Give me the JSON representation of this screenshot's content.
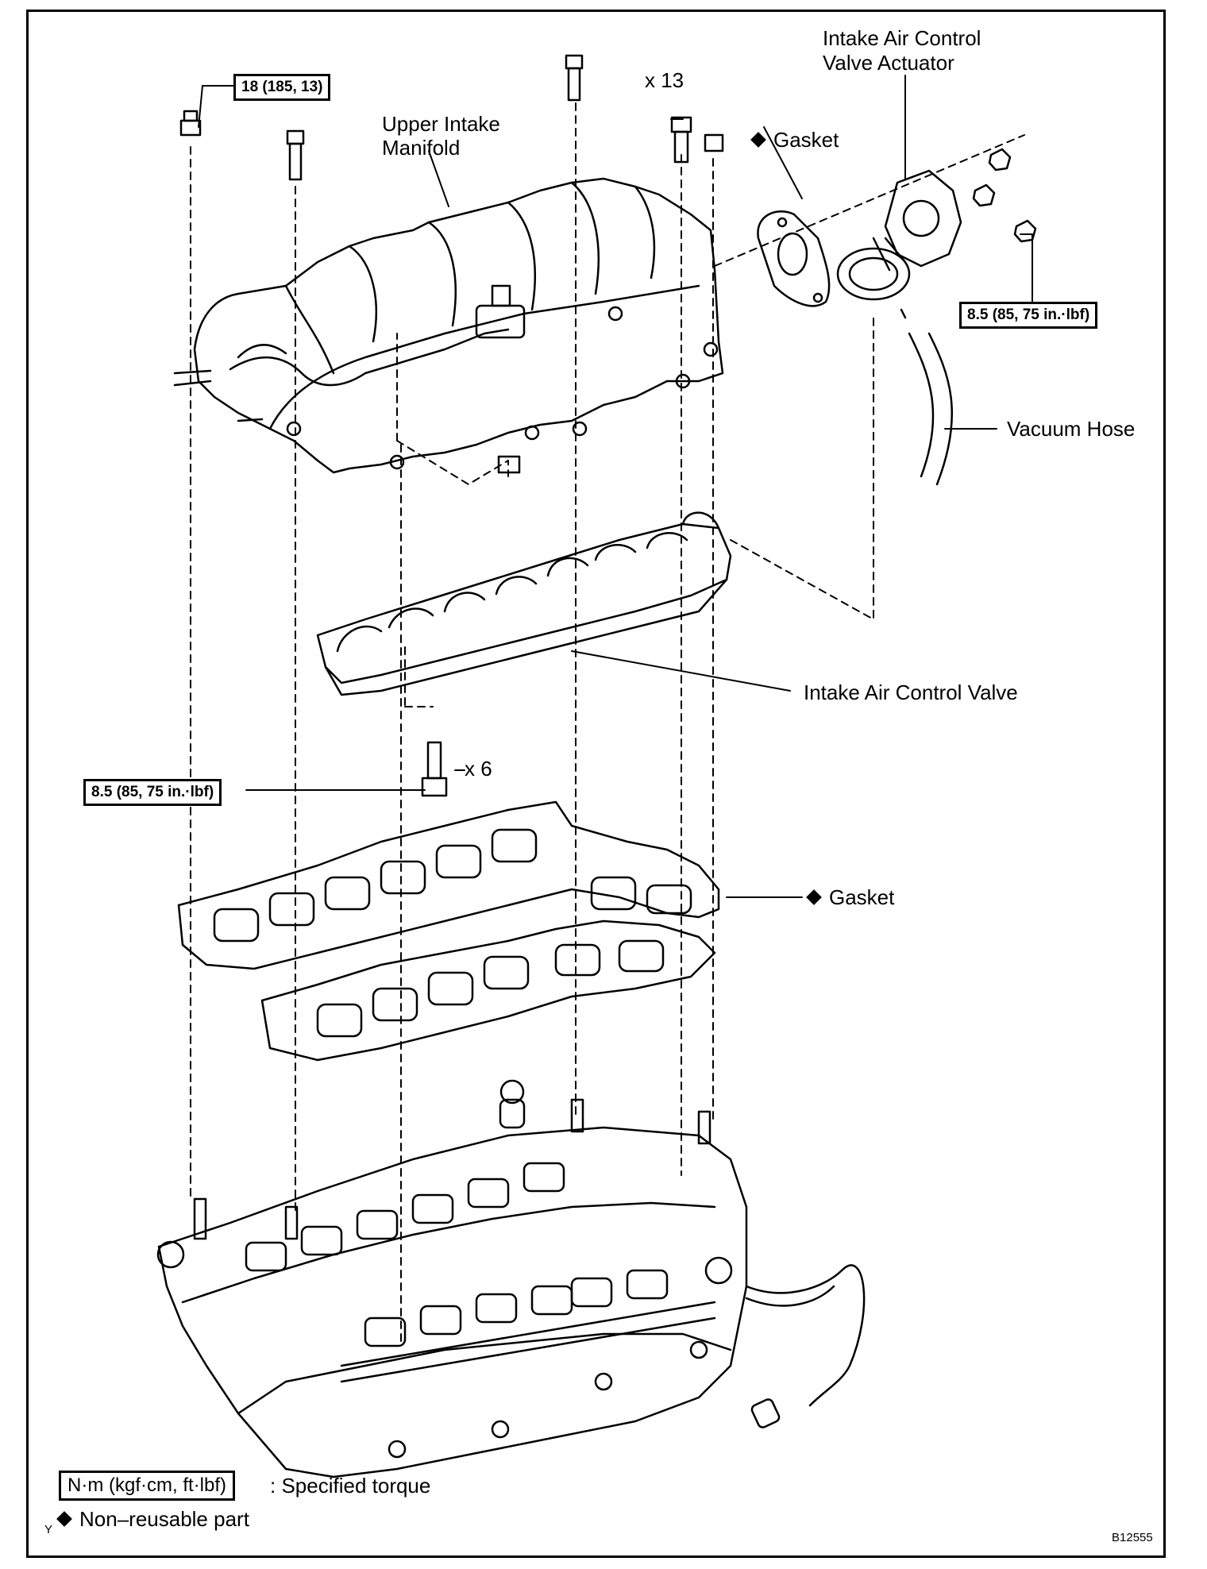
{
  "labels": {
    "actuator_line1": "Intake Air Control",
    "actuator_line2": "Valve Actuator",
    "upper_manifold_line1": "Upper Intake",
    "upper_manifold_line2": "Manifold",
    "gasket_top": "Gasket",
    "gasket_mid": "Gasket",
    "vacuum_hose": "Vacuum Hose",
    "intake_air_control_valve": "Intake Air Control Valve",
    "qty_13": "x 13",
    "qty_6": "x 6"
  },
  "torque_specs": {
    "upper_bolts": "18 (185, 13)",
    "actuator_nuts": "8.5 (85, 75 in.·lbf)",
    "valve_bolts": "8.5 (85, 75 in.·lbf)"
  },
  "legend": {
    "unit_box": "N·m (kgf·cm, ft·lbf)",
    "unit_text": ": Specified torque",
    "nonreusable": "Non–reusable part"
  },
  "corner_marks": {
    "figure_id": "B12555",
    "y_mark": "Y"
  }
}
